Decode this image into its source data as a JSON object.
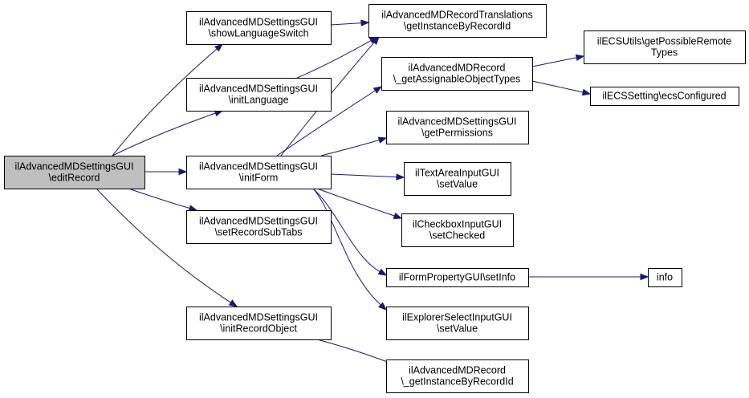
{
  "graph": {
    "nodes": {
      "edit_record": {
        "lines": [
          "ilAdvancedMDSettingsGUI",
          "\\editRecord"
        ],
        "highlighted": true
      },
      "show_language_switch": {
        "lines": [
          "ilAdvancedMDSettingsGUI",
          "\\showLanguageSwitch"
        ]
      },
      "init_language": {
        "lines": [
          "ilAdvancedMDSettingsGUI",
          "\\initLanguage"
        ]
      },
      "init_form": {
        "lines": [
          "ilAdvancedMDSettingsGUI",
          "\\initForm"
        ]
      },
      "set_record_sub_tabs": {
        "lines": [
          "ilAdvancedMDSettingsGUI",
          "\\setRecordSubTabs"
        ]
      },
      "init_record_object": {
        "lines": [
          "ilAdvancedMDSettingsGUI",
          "\\initRecordObject"
        ]
      },
      "translations_get_instance": {
        "lines": [
          "ilAdvancedMDRecordTranslations",
          "\\getInstanceByRecordId"
        ]
      },
      "get_assignable_object_types": {
        "lines": [
          "ilAdvancedMDRecord",
          "\\_getAssignableObjectTypes"
        ]
      },
      "get_permissions": {
        "lines": [
          "ilAdvancedMDSettingsGUI",
          "\\getPermissions"
        ]
      },
      "text_area_set_value": {
        "lines": [
          "ilTextAreaInputGUI",
          "\\setValue"
        ]
      },
      "checkbox_set_checked": {
        "lines": [
          "ilCheckboxInputGUI",
          "\\setChecked"
        ]
      },
      "form_property_set_info": {
        "lines": [
          "ilFormPropertyGUI\\setInfo"
        ]
      },
      "explorer_select_set_value": {
        "lines": [
          "ilExplorerSelectInputGUI",
          "\\setValue"
        ]
      },
      "record_get_instance": {
        "lines": [
          "ilAdvancedMDRecord",
          "\\_getInstanceByRecordId"
        ]
      },
      "ecs_get_possible_remote_types": {
        "lines": [
          "ilECSUtils\\getPossibleRemote",
          "Types"
        ]
      },
      "ecs_configured": {
        "lines": [
          "ilECSSetting\\ecsConfigured"
        ]
      },
      "info": {
        "lines": [
          "info"
        ]
      }
    },
    "edges": [
      [
        "edit_record",
        "show_language_switch"
      ],
      [
        "edit_record",
        "init_language"
      ],
      [
        "edit_record",
        "init_form"
      ],
      [
        "edit_record",
        "set_record_sub_tabs"
      ],
      [
        "edit_record",
        "init_record_object"
      ],
      [
        "show_language_switch",
        "translations_get_instance"
      ],
      [
        "init_language",
        "translations_get_instance"
      ],
      [
        "init_form",
        "translations_get_instance"
      ],
      [
        "init_form",
        "get_assignable_object_types"
      ],
      [
        "init_form",
        "get_permissions"
      ],
      [
        "init_form",
        "text_area_set_value"
      ],
      [
        "init_form",
        "checkbox_set_checked"
      ],
      [
        "init_form",
        "form_property_set_info"
      ],
      [
        "init_form",
        "explorer_select_set_value"
      ],
      [
        "init_record_object",
        "record_get_instance"
      ],
      [
        "get_assignable_object_types",
        "ecs_get_possible_remote_types"
      ],
      [
        "get_assignable_object_types",
        "ecs_configured"
      ],
      [
        "form_property_set_info",
        "info"
      ]
    ],
    "colors": {
      "edge": "#191970",
      "highlight_fill": "#bfbfbf",
      "node_fill": "#ffffff",
      "node_border": "#000000"
    }
  }
}
